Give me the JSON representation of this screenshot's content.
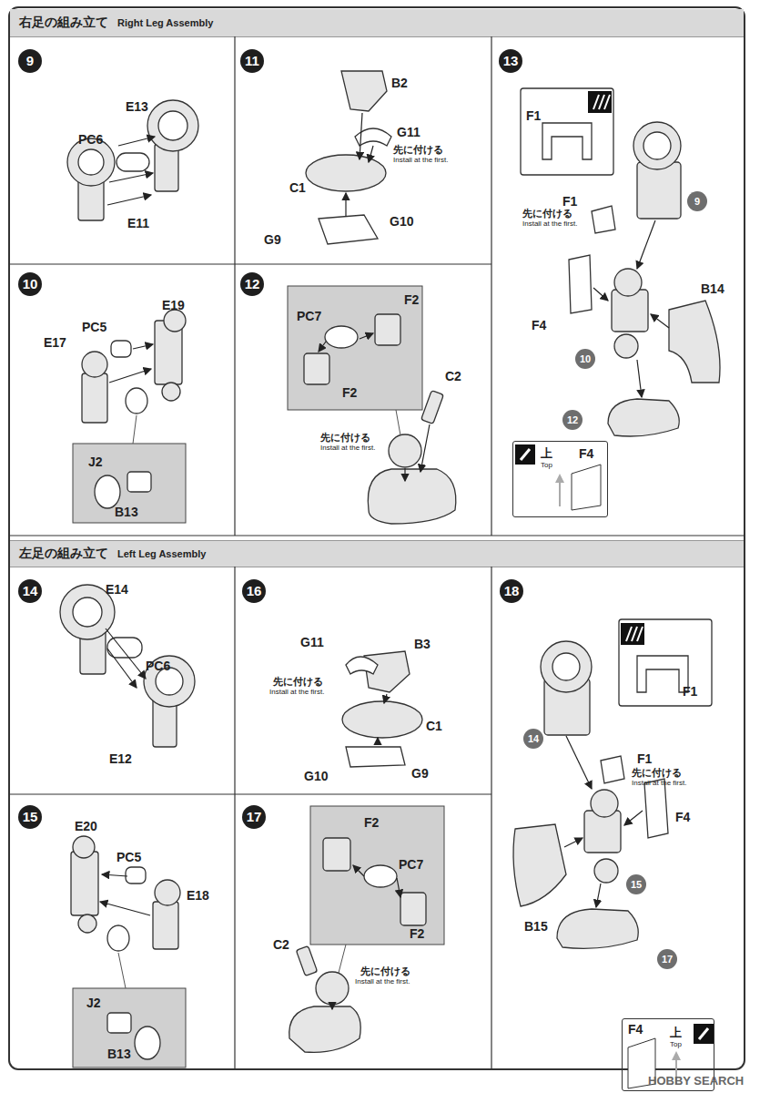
{
  "diagram": {
    "nodes": [
      {
        "text": [
          "右足の組み立て",
          "Right Leg Assembly"
        ]
      },
      {
        "text": [
          "9"
        ]
      },
      {
        "text": [
          "11"
        ]
      },
      {
        "text": [
          "13"
        ]
      },
      {
        "text": [
          "10"
        ]
      },
      {
        "text": [
          "12"
        ]
      },
      {
        "text": [
          "上",
          "Top",
          "F4"
        ]
      },
      {
        "text": [
          "9"
        ]
      },
      {
        "text": [
          "10"
        ]
      },
      {
        "text": [
          "12"
        ]
      },
      {
        "text": [
          "左足の組み立て",
          "Left Leg Assembly"
        ]
      },
      {
        "text": [
          "14"
        ]
      },
      {
        "text": [
          "16"
        ]
      },
      {
        "text": [
          "18"
        ]
      },
      {
        "text": [
          "15"
        ]
      },
      {
        "text": [
          "17"
        ]
      },
      {
        "text": [
          "上",
          "Top",
          "F4"
        ]
      },
      {
        "text": [
          "14"
        ]
      },
      {
        "text": [
          "15"
        ]
      },
      {
        "text": [
          "17"
        ]
      }
    ],
    "labels": [
      "E13",
      "PC6",
      "E11",
      "E19",
      "PC5",
      "E17",
      "J2",
      "B13",
      "B2",
      "G11",
      "先に付ける",
      "Install at the first.",
      "C1",
      "G10",
      "G9",
      "F2",
      "PC7",
      "F2",
      "C2",
      "先に付ける",
      "Install at the first.",
      "F1",
      "F1",
      "先に付ける",
      "Install at the first.",
      "F4",
      "B14",
      "E14",
      "PC6",
      "E12",
      "E20",
      "PC5",
      "E18",
      "J2",
      "B13",
      "B3",
      "G11",
      "先に付ける",
      "Install at the first.",
      "C1",
      "G10",
      "G9",
      "F2",
      "PC7",
      "F2",
      "C2",
      "先に付ける",
      "Install at the first.",
      "F1",
      "F1",
      "先に付ける",
      "Install at the first.",
      "B15",
      "F4",
      "HOBBY SEARCH"
    ]
  }
}
